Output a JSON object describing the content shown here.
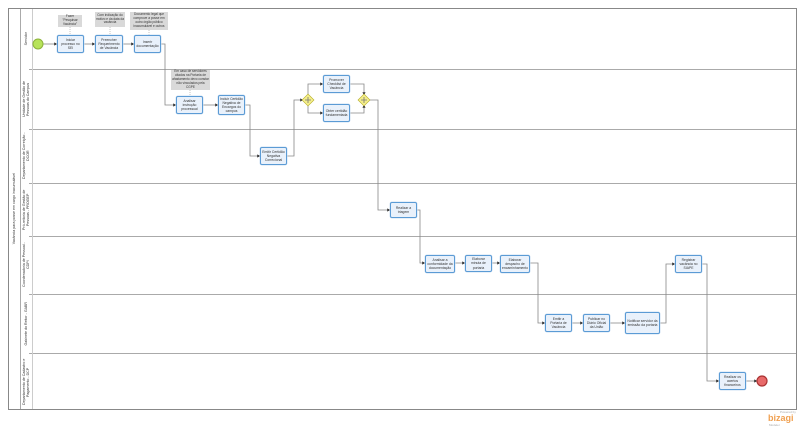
{
  "pool_title": "Vacância para posse em cargo inacumulável",
  "lanes": [
    "Servidor",
    "Unidade de Gestão de Pessoas do Campus",
    "Departamento de Correição - DCOR",
    "Pró-reitoria de Gestão de Pessoas - PROGEP",
    "Coordenadoria de Pessoal - CDPI",
    "Gabinete do Reitor - GABR",
    "Departamento de Cadastro e Pagamento - DCP"
  ],
  "tasks": {
    "t1": "Iniciar processo no SEI",
    "t2": "Preencher Requerimento de Vacância",
    "t3": "Inserir documentação",
    "t4": "Analisar instrução processual",
    "t5": "Incluir Certidão Negativa de Encargos do campus",
    "t6": "Promover Checklist de Vacância",
    "t7": "Obter certidão fundamentada",
    "t8": "Emitir Certidão Negativa Correcional",
    "t9": "Realizar a triagem",
    "t10": "Analisar a conformidade da documentação",
    "t11": "Elaborar minuta de portaria",
    "t12": "Elaborar despacho de encaminhamento",
    "t13": "Registrar vacância no SIAPE",
    "t14": "Emitir a Portaria de Vacância",
    "t15": "Publicar no Diário Oficial da União",
    "t16": "Notificar servidor da emissão da portaria",
    "t17": "Realizar os acertos financeiros"
  },
  "annotations": {
    "a1": "Fazer \"Pesquisar Vacância\"",
    "a2": "Com indicação do motivo e da data da vacância",
    "a3": "Documento legal que comprove a posse em outro órgão público inacumulável e outros",
    "a4": "Em caso de servidores citados na Portaria de afastamento devo constar não vinculados pela CGPE"
  },
  "logo": {
    "text": "bizagi",
    "powered": "Powered by",
    "sub": "Modeler"
  },
  "colors": {
    "task_border": "#5b9bd5",
    "task_fill": "#e9f1fb",
    "start": "#b7e35a",
    "end": "#e86a6a",
    "gateway": "#f4ee8a"
  }
}
